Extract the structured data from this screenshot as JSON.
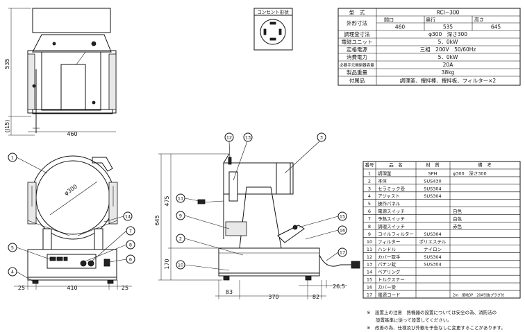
{
  "outlet": {
    "title": "コンセント形状"
  },
  "spec": {
    "rows": [
      {
        "label": "型　式",
        "values": [
          "RCI−300"
        ]
      },
      {
        "label": "外形寸法",
        "sub": [
          "間口",
          "奥行",
          "高さ"
        ],
        "values": [
          "460",
          "535",
          "645"
        ]
      },
      {
        "label": "調理釜寸法",
        "values": [
          "φ300　深さ300"
        ]
      },
      {
        "label": "電磁ユニット",
        "values": [
          "5．0kW"
        ]
      },
      {
        "label": "定格電源",
        "values": [
          "三相　200V　50/60Hz"
        ]
      },
      {
        "label": "消費電力",
        "values": [
          "5．0kW"
        ]
      },
      {
        "label": "必要手元開閉器容量",
        "values": [
          "20A"
        ]
      },
      {
        "label": "製品重量",
        "values": [
          "38kg"
        ]
      },
      {
        "label": "付属品",
        "values": [
          "調理釜、攪拌棒、攪拌板、フィルター×2"
        ]
      }
    ]
  },
  "parts": {
    "headers": [
      "番号",
      "品　名",
      "材　質",
      "備　考"
    ],
    "rows": [
      [
        "1",
        "調理釜",
        "SPH",
        "φ300　深さ300"
      ],
      [
        "2",
        "本体",
        "SUS430",
        ""
      ],
      [
        "3",
        "セラミック受",
        "SUS304",
        ""
      ],
      [
        "4",
        "アジャスト",
        "SUS304",
        ""
      ],
      [
        "5",
        "操作パネル",
        "",
        ""
      ],
      [
        "6",
        "電源スイッチ",
        "",
        "白色"
      ],
      [
        "7",
        "予熱スイッチ",
        "",
        "白色"
      ],
      [
        "8",
        "調理スイッチ",
        "",
        "赤色"
      ],
      [
        "9",
        "コイルフィルター",
        "SUS304",
        ""
      ],
      [
        "10",
        "フィルター",
        "ポリエステル",
        ""
      ],
      [
        "11",
        "ハンドル",
        "ナイロン",
        ""
      ],
      [
        "12",
        "カバー取手",
        "SUS304",
        ""
      ],
      [
        "13",
        "パチン錠",
        "SUS304",
        ""
      ],
      [
        "14",
        "ベアリング",
        "",
        ""
      ],
      [
        "15",
        "トルクステー",
        "",
        ""
      ],
      [
        "16",
        "カバー受",
        "",
        ""
      ],
      [
        "17",
        "電源コード",
        "",
        "2m　接地3P　20A引抜プラグ付"
      ]
    ]
  },
  "notes": [
    "※　設置上の注意　熱機器の設置については安全の為、消防法の",
    "　　設置基準に従って設置してください。",
    "※　改善の為、仕様及び外観を予告なしに変更することがあります。"
  ],
  "dims": {
    "top_h": "535",
    "top_j": "(J15)",
    "top_w": "460",
    "front_w": "410",
    "front_l": "25",
    "front_r": "25",
    "side_h645": "645",
    "side_h475": "475",
    "side_h170": "170",
    "side_w83": "83",
    "side_w370": "370",
    "side_w82": "82",
    "side_w265": "26.5",
    "bowl_dia": "φ300"
  },
  "callouts": [
    "1",
    "2",
    "3",
    "4",
    "5",
    "6",
    "7",
    "8",
    "9",
    "10",
    "11",
    "12",
    "13",
    "14",
    "15",
    "16",
    "17"
  ]
}
